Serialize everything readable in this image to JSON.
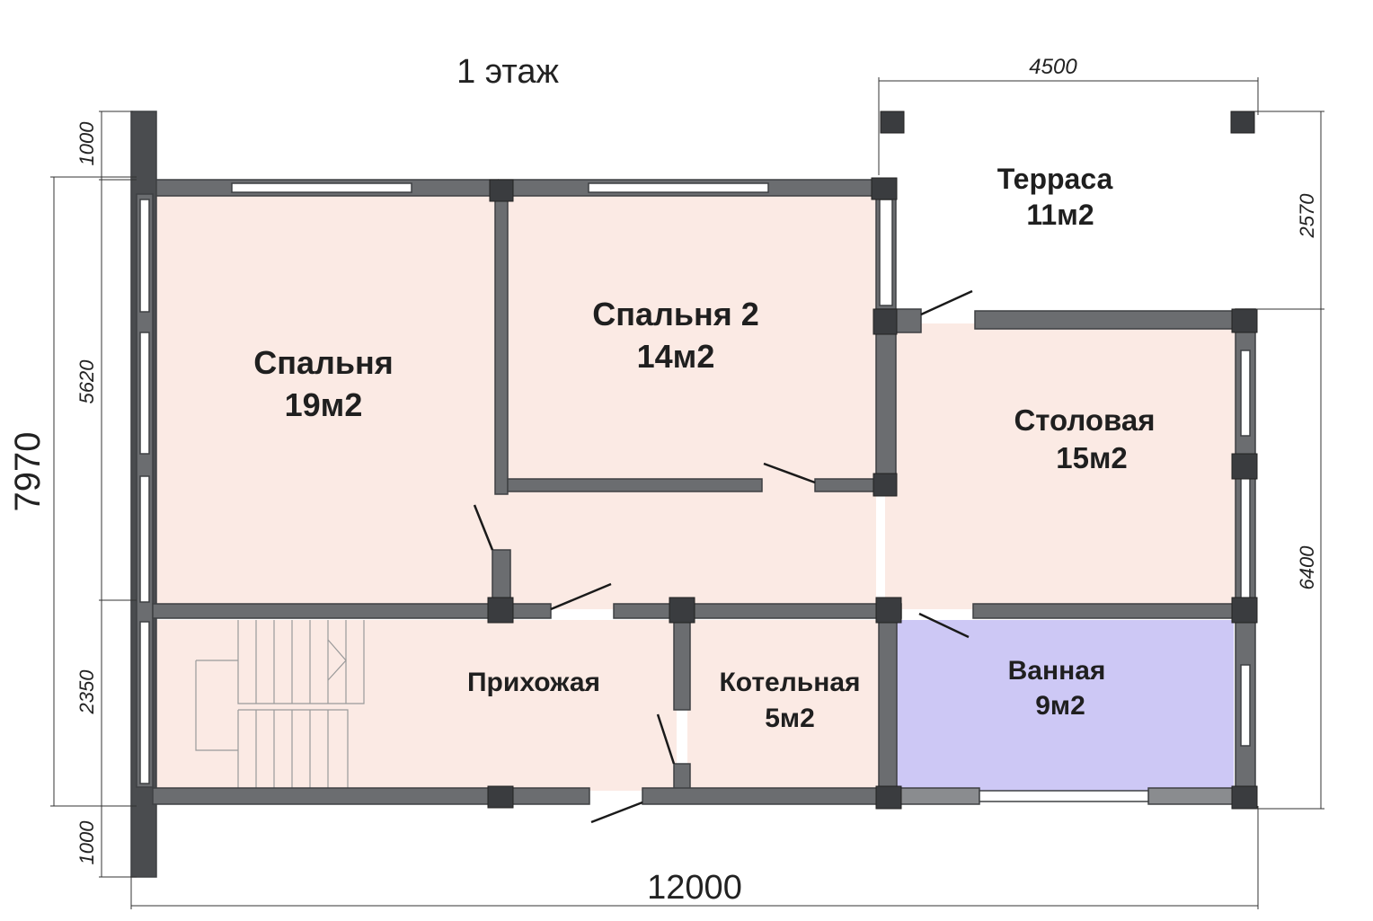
{
  "title": "1 этаж",
  "dimensions": {
    "overall_width": "12000",
    "overall_height": "7970",
    "terrace_width": "4500",
    "left_top": "1000",
    "left_main": "5620",
    "left_hall": "2350",
    "left_bottom": "1000",
    "right_terrace": "2570",
    "right_main": "6400"
  },
  "rooms": {
    "bedroom": {
      "name": "Спальня",
      "area": "19м2"
    },
    "bedroom2": {
      "name": "Спальня 2",
      "area": "14м2"
    },
    "terrace": {
      "name": "Терраса",
      "area": "11м2"
    },
    "dining": {
      "name": "Столовая",
      "area": "15м2"
    },
    "hall": {
      "name": "Прихожая"
    },
    "boiler": {
      "name": "Котельная",
      "area": "5м2"
    },
    "bath": {
      "name": "Ванная",
      "area": "9м2"
    }
  },
  "colors": {
    "floor": "#fbeae4",
    "bath_floor": "#cdc8f5",
    "wall": "#55575a",
    "wall_light": "#8a8c8f",
    "window": "#ffffff",
    "dim_line": "#333333"
  }
}
